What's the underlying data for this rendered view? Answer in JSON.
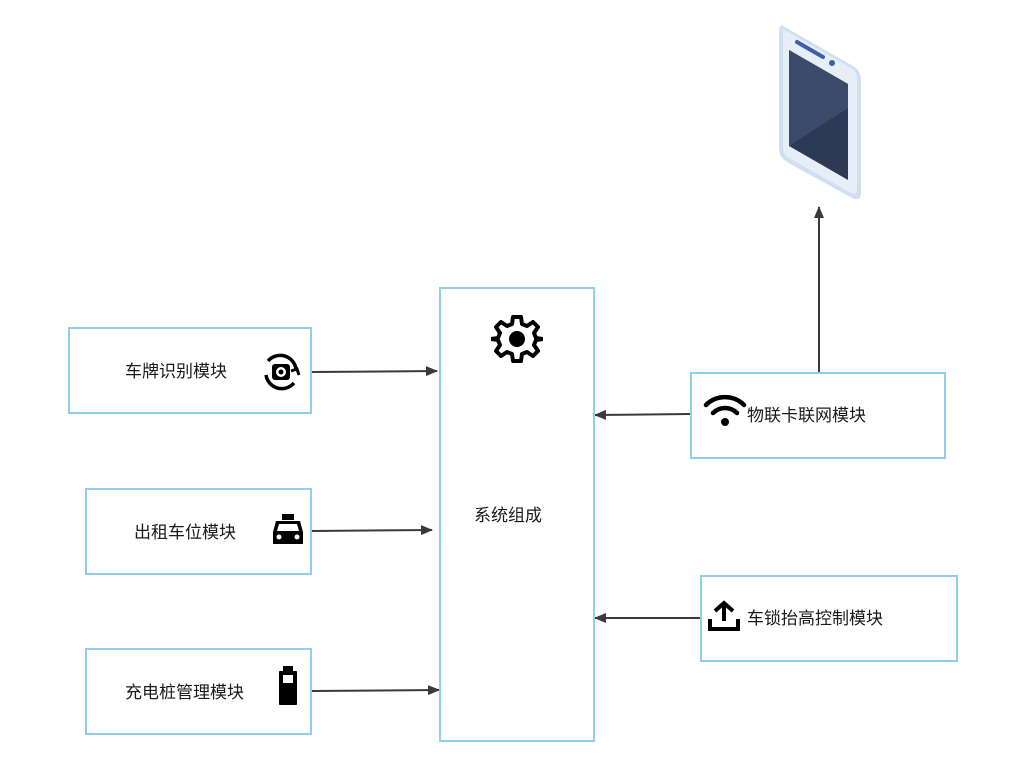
{
  "center": {
    "label": "系统组成",
    "icon": "gear-icon"
  },
  "left_modules": [
    {
      "label": "车牌识别模块",
      "icon": "camera-rotate-icon"
    },
    {
      "label": "出租车位模块",
      "icon": "taxi-icon"
    },
    {
      "label": "充电桩管理模块",
      "icon": "battery-icon"
    }
  ],
  "right_modules": [
    {
      "label": "物联卡联网模块",
      "icon": "wifi-icon"
    },
    {
      "label": "车锁抬高控制模块",
      "icon": "upload-icon"
    }
  ],
  "device": {
    "icon": "phone-icon"
  },
  "colors": {
    "box_border": "#8fcfec",
    "arrow": "#3a3a3a",
    "text": "#1a1a1a"
  }
}
